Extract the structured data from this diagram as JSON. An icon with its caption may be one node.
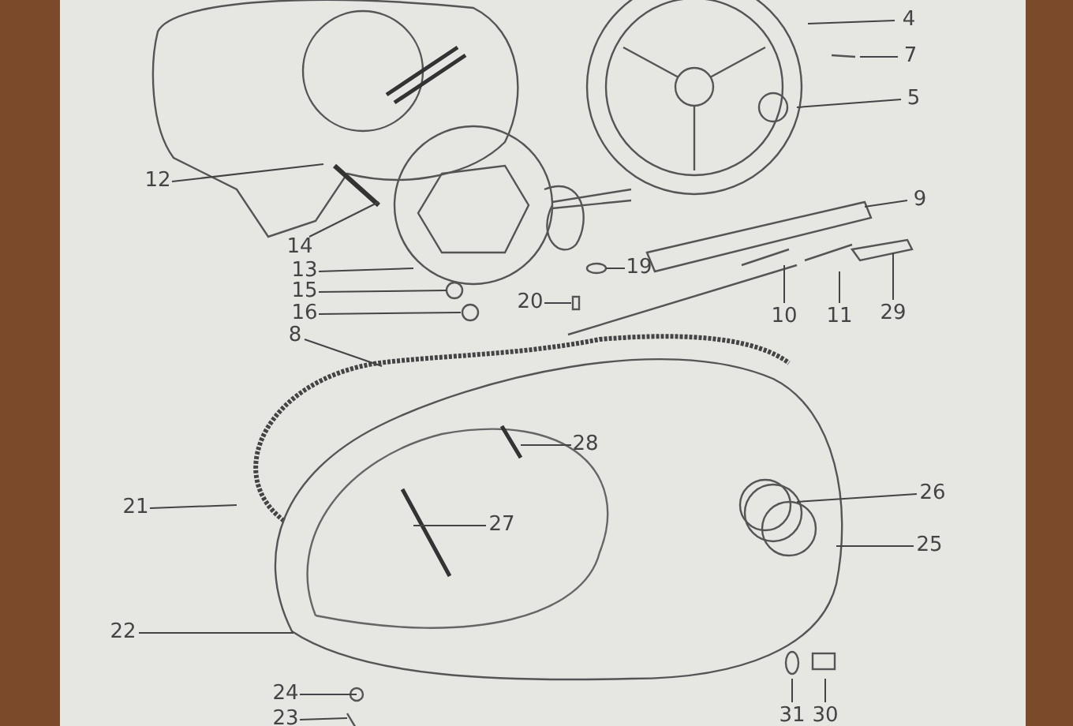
{
  "diagram": {
    "nodes": [
      {
        "text": [
          "4"
        ]
      },
      {
        "text": [
          "7"
        ]
      },
      {
        "text": [
          "5"
        ]
      },
      {
        "text": [
          "9"
        ]
      },
      {
        "text": [
          "12"
        ]
      },
      {
        "text": [
          "14"
        ]
      },
      {
        "text": [
          "13"
        ]
      },
      {
        "text": [
          "15"
        ]
      },
      {
        "text": [
          "19"
        ]
      },
      {
        "text": [
          "20"
        ]
      },
      {
        "text": [
          "16"
        ]
      },
      {
        "text": [
          "10"
        ]
      },
      {
        "text": [
          "11"
        ]
      },
      {
        "text": [
          "29"
        ]
      },
      {
        "text": [
          "8"
        ]
      },
      {
        "text": [
          "28"
        ]
      },
      {
        "text": [
          "26"
        ]
      },
      {
        "text": [
          "21"
        ]
      },
      {
        "text": [
          "27"
        ]
      },
      {
        "text": [
          "25"
        ]
      },
      {
        "text": [
          "22"
        ]
      },
      {
        "text": [
          "24"
        ]
      },
      {
        "text": [
          "23"
        ]
      },
      {
        "text": [
          "31"
        ]
      },
      {
        "text": [
          "30"
        ]
      }
    ],
    "edges": [
      {
        "from": 0,
        "to": null,
        "arrow": "none"
      },
      {
        "from": 1,
        "to": null,
        "arrow": "none"
      },
      {
        "from": 2,
        "to": null,
        "arrow": "none"
      },
      {
        "from": 3,
        "to": null,
        "arrow": "none"
      },
      {
        "from": 4,
        "to": null,
        "arrow": "none"
      },
      {
        "from": 5,
        "to": null,
        "arrow": "none"
      },
      {
        "from": 6,
        "to": null,
        "arrow": "none"
      },
      {
        "from": 7,
        "to": null,
        "arrow": "none"
      },
      {
        "from": 8,
        "to": null,
        "arrow": "none"
      },
      {
        "from": 9,
        "to": null,
        "arrow": "none"
      },
      {
        "from": 10,
        "to": null,
        "arrow": "none"
      },
      {
        "from": 11,
        "to": null,
        "arrow": "none"
      },
      {
        "from": 12,
        "to": null,
        "arrow": "none"
      },
      {
        "from": 13,
        "to": null,
        "arrow": "none"
      },
      {
        "from": 14,
        "to": null,
        "arrow": "none"
      },
      {
        "from": 15,
        "to": null,
        "arrow": "none"
      },
      {
        "from": 16,
        "to": null,
        "arrow": "none"
      },
      {
        "from": 17,
        "to": null,
        "arrow": "none"
      },
      {
        "from": 18,
        "to": null,
        "arrow": "none"
      },
      {
        "from": 19,
        "to": null,
        "arrow": "none"
      },
      {
        "from": 20,
        "to": null,
        "arrow": "none"
      },
      {
        "from": 21,
        "to": null,
        "arrow": "none"
      },
      {
        "from": 22,
        "to": null,
        "arrow": "none"
      },
      {
        "from": 23,
        "to": null,
        "arrow": "none"
      },
      {
        "from": 24,
        "to": null,
        "arrow": "none"
      }
    ]
  }
}
